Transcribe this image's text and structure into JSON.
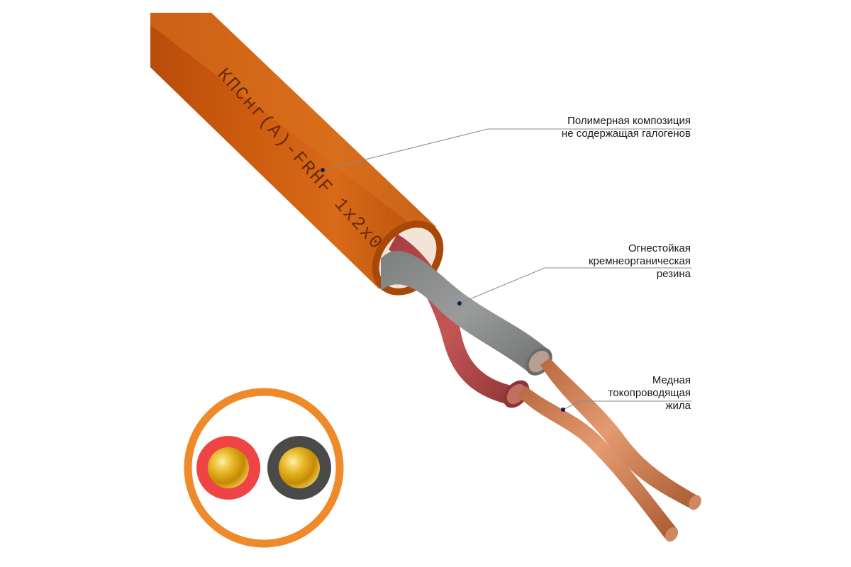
{
  "cable": {
    "marking": "КПСнг(А)-FRHF 1x2x0",
    "colors": {
      "sheath": "#cd5c0f",
      "sheath_light": "#e27a24",
      "insulation_red": "#b5494a",
      "insulation_gray": "#8c8e8d",
      "copper": "#c87a4e",
      "copper_light": "#f0b08a",
      "leader_line": "#8a8a8a",
      "leader_dot": "#1a1a50"
    }
  },
  "callouts": {
    "sheath": {
      "line1": "Полимерная композиция",
      "line2": "не содержащая галогенов"
    },
    "insulation": {
      "line1": "Огнестойкая",
      "line2": "кремнеорганическая",
      "line3": "резина"
    },
    "conductor": {
      "line1": "Медная",
      "line2": "токопроводящая",
      "line3": "жила"
    }
  },
  "cross_section": {
    "outer_color": "#ee8a2a",
    "core_left_color": "#ee4444",
    "core_right_color": "#4a4a48",
    "conductor_color": "#d4a000"
  }
}
